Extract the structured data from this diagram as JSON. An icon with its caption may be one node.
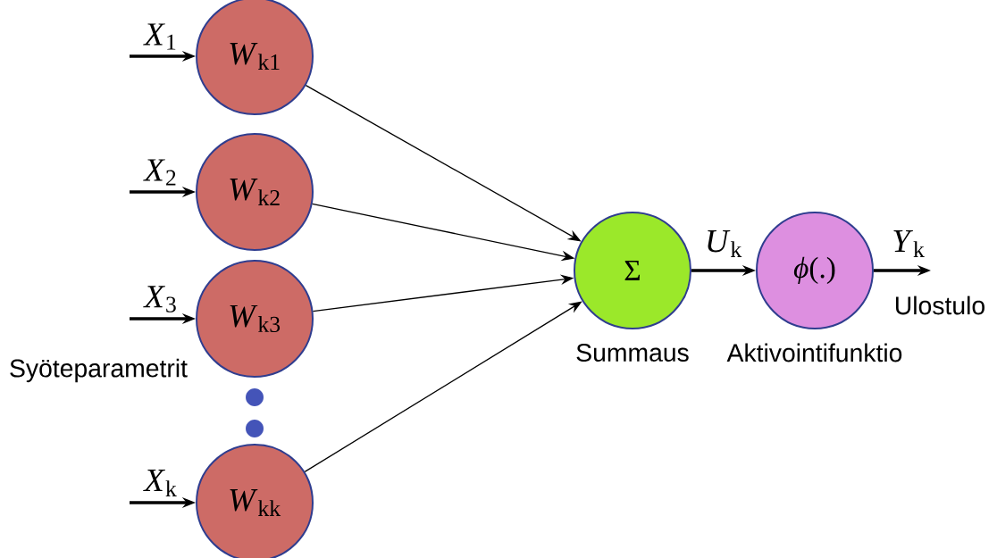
{
  "diagram": {
    "nodes": [
      {
        "text": [
          "*W*$_{k1}$"
        ]
      },
      {
        "text": [
          "*W*$_{k2}$"
        ]
      },
      {
        "text": [
          "*W*$_{k3}$"
        ]
      },
      {
        "text": [
          "*W*$_{kk}$"
        ]
      },
      {
        "text": [
          "Σ"
        ],
        "beside": [
          "Summaus"
        ]
      },
      {
        "text": [
          "*ϕ*(.)"
        ],
        "beside": [
          "Aktivointifunktio"
        ]
      }
    ],
    "edges": [
      {
        "from": null,
        "to": 0,
        "arrow": "to",
        "label": "*X*$_{1}$"
      },
      {
        "from": null,
        "to": 1,
        "arrow": "to",
        "label": "*X*$_{2}$"
      },
      {
        "from": null,
        "to": 2,
        "arrow": "to",
        "label": "*X*$_{3}$"
      },
      {
        "from": null,
        "to": 3,
        "arrow": "to",
        "label": "*X*$_{k}$"
      },
      {
        "from": 0,
        "to": 4,
        "arrow": "to"
      },
      {
        "from": 1,
        "to": 4,
        "arrow": "to"
      },
      {
        "from": 2,
        "to": 4,
        "arrow": "to"
      },
      {
        "from": 3,
        "to": 4,
        "arrow": "to"
      },
      {
        "from": 4,
        "to": 5,
        "arrow": "to",
        "label": "*U*$_{k}$"
      },
      {
        "from": 5,
        "to": null,
        "arrow": "to",
        "label": "*Y*$_{k}$"
      }
    ],
    "labels": [
      "Syöteparametrit",
      "Ulostulo"
    ]
  }
}
